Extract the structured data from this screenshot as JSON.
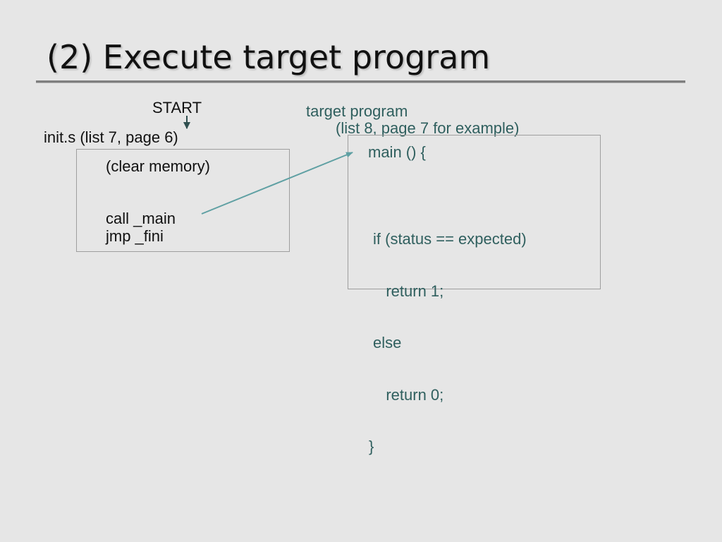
{
  "slide": {
    "title": "(2) Execute target program"
  },
  "left": {
    "start_label": "START",
    "init_label": "init.s (list 7, page 6)",
    "clear_memory": "(clear memory)",
    "call_main": "call _main",
    "jmp_fini": "jmp _fini"
  },
  "right": {
    "target_label": "target program",
    "target_sublabel": "(list 8, page 7 for example)",
    "main_decl": "main () {",
    "code_lines": [
      "if (status == expected)",
      "   return 1;",
      "else",
      "   return 0;",
      "}"
    ]
  },
  "colors": {
    "background": "#e6e6e6",
    "title_rule": "#7f7f7f",
    "box_border": "#9e9e9e",
    "arrow": "#5fa0a3",
    "code_text": "#2f5f5e",
    "start_arrow": "#2f4f4f"
  }
}
